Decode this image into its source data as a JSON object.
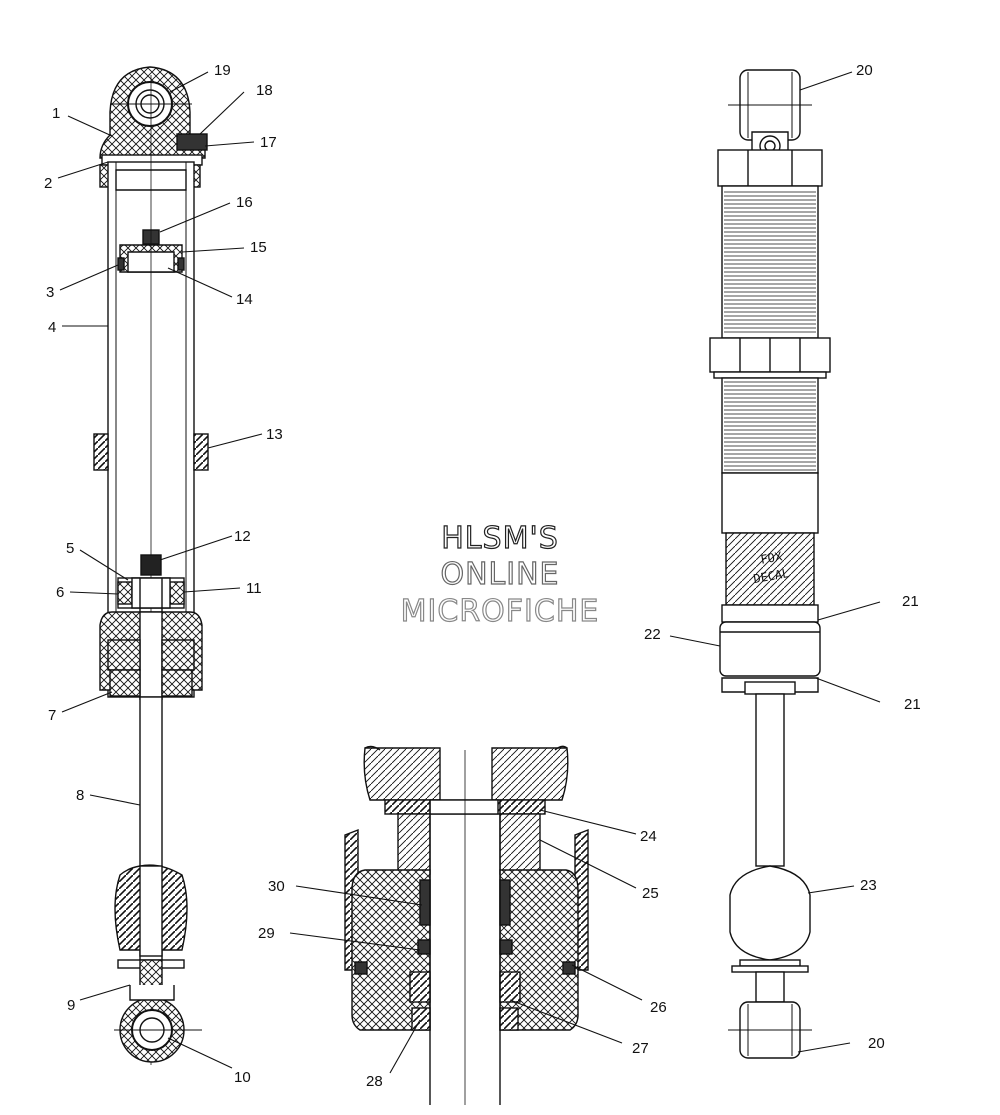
{
  "callouts": {
    "c1": "1",
    "c2": "2",
    "c3": "3",
    "c4": "4",
    "c5": "5",
    "c6": "6",
    "c7": "7",
    "c8": "8",
    "c9": "9",
    "c10": "10",
    "c11": "11",
    "c12": "12",
    "c13": "13",
    "c14": "14",
    "c15": "15",
    "c16": "16",
    "c17": "17",
    "c18": "18",
    "c19": "19",
    "c20a": "20",
    "c20b": "20",
    "c21a": "21",
    "c21b": "21",
    "c22": "22",
    "c23": "23",
    "c24": "24",
    "c25": "25",
    "c26": "26",
    "c27": "27",
    "c28": "28",
    "c29": "29",
    "c30": "30"
  },
  "watermark": {
    "line1": "HLSM'S",
    "line2": "ONLINE",
    "line3": "MICROFICHE"
  },
  "decal": {
    "line1": "FOX",
    "line2": "DECAL"
  }
}
